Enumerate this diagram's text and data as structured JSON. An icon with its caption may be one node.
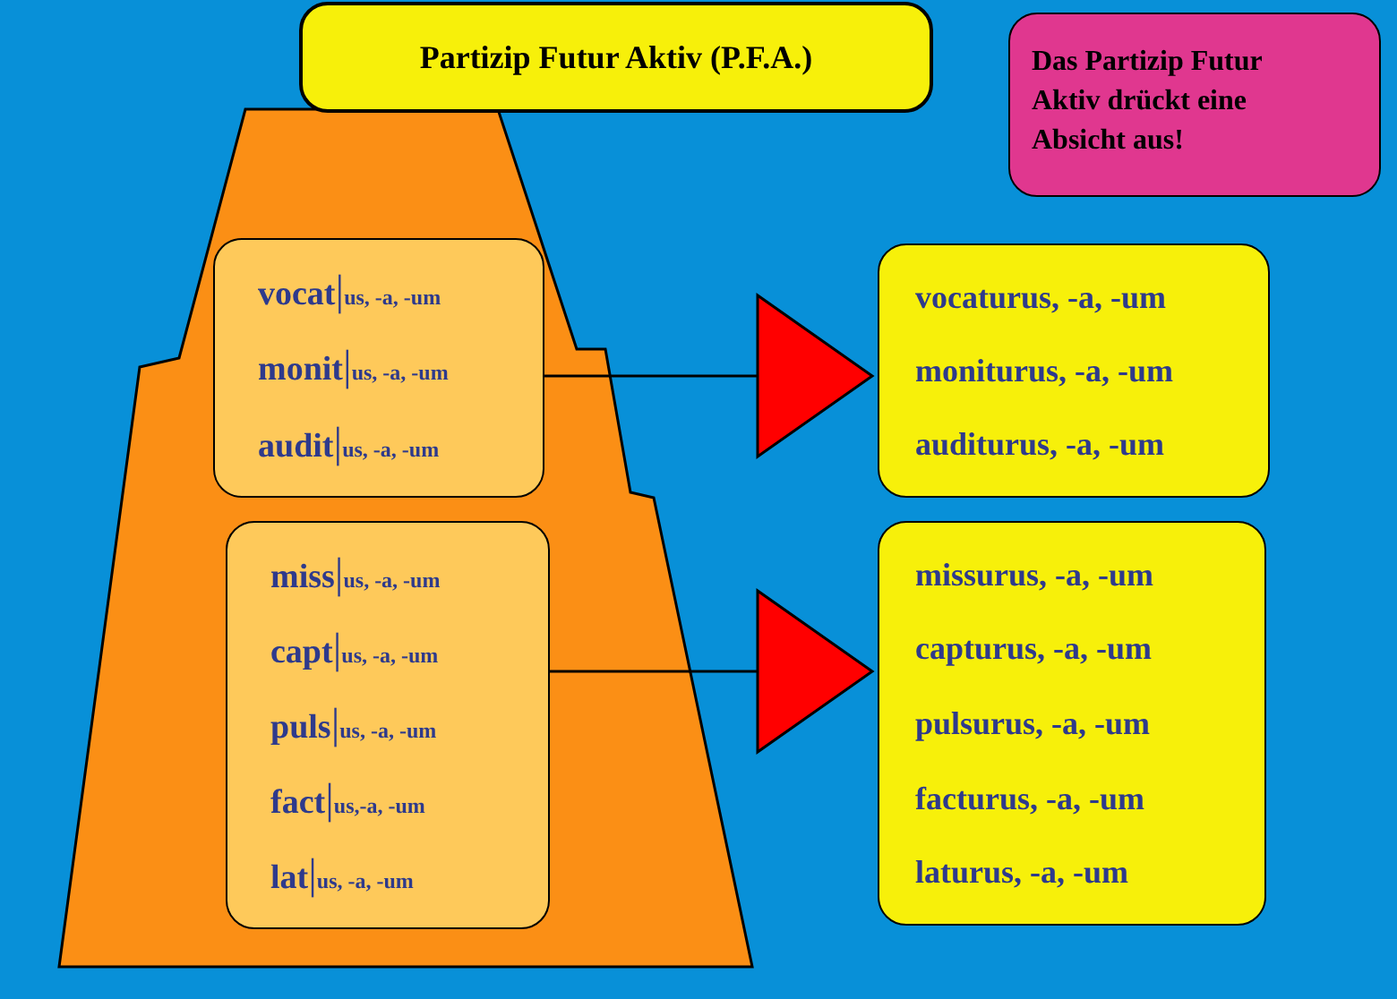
{
  "diagram": {
    "title": "Partizip Futur Aktiv (P.F.A.)",
    "nodes": [
      {
        "text": [
          "Das Partizip Futur Aktiv drückt eine Absicht aus!"
        ]
      },
      {
        "text": [],
        "shape": "polygon"
      },
      {
        "text": [
          "vocat|us, -a, -um",
          "monit|us, -a, -um",
          "audit|us, -a, -um"
        ],
        "in": 1
      },
      {
        "text": [
          "miss|us, -a, -um",
          "capt|us, -a, -um",
          "puls|us, -a, -um",
          "fact|us,-a, -um",
          "lat|us, -a, -um"
        ],
        "in": 1
      },
      {
        "text": [
          "vocaturus, -a, -um",
          "moniturus, -a, -um",
          "auditurus, -a, -um"
        ]
      },
      {
        "text": [
          "missurus, -a, -um",
          "capturus, -a, -um",
          "pulsurus, -a, -um",
          "facturus, -a, -um",
          "laturus, -a, -um"
        ]
      }
    ],
    "edges": [
      {
        "from": 2,
        "to": 4,
        "arrow": "to"
      },
      {
        "from": 3,
        "to": 5,
        "arrow": "to"
      }
    ]
  }
}
